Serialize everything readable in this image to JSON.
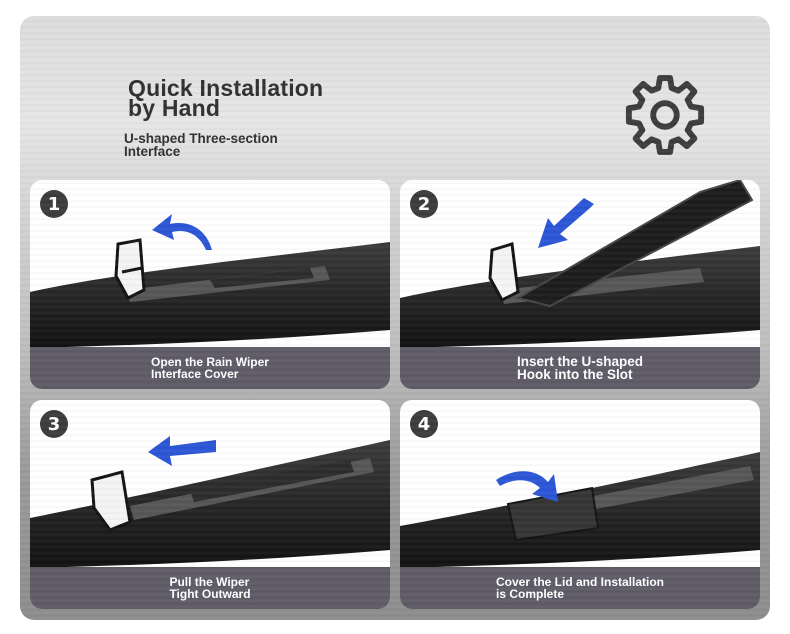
{
  "header": {
    "title": "Quick Installation\n by Hand",
    "subtitle": "U-shaped Three-section\n Interface",
    "icon": "gear-icon"
  },
  "steps": [
    {
      "number": "1",
      "caption": "Open the Rain Wiper\n Interface Cover",
      "arrow_icon": "curved-arrow-icon"
    },
    {
      "number": "2",
      "caption": "Insert the U-shaped\n Hook into the Slot",
      "arrow_icon": "diagonal-arrow-icon"
    },
    {
      "number": "3",
      "caption": "Pull the Wiper\n Tight Outward",
      "arrow_icon": "left-arrow-icon"
    },
    {
      "number": "4",
      "caption": "Cover the Lid and Installation\n is Complete",
      "arrow_icon": "curved-arrow-icon"
    }
  ],
  "colors": {
    "arrow": "#2a54d6",
    "caption_bar": "#5d5a66",
    "badge": "#3a3a3a"
  }
}
